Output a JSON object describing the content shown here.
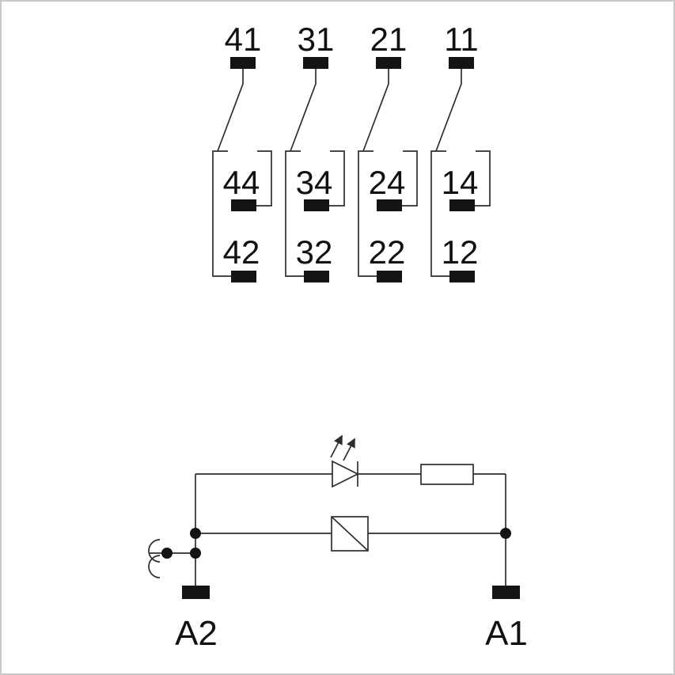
{
  "diagram": {
    "type": "relay-schematic",
    "colors": {
      "line": "#2e2e2e",
      "text": "#111111",
      "terminal_fill": "#141414",
      "background": "#ffffff",
      "border": "#c9c9c9"
    },
    "contact_groups": [
      {
        "common": "41",
        "no": "44",
        "nc": "42"
      },
      {
        "common": "31",
        "no": "34",
        "nc": "32"
      },
      {
        "common": "21",
        "no": "24",
        "nc": "22"
      },
      {
        "common": "11",
        "no": "14",
        "nc": "12"
      }
    ],
    "coil_circuit": {
      "left_terminal": "A2",
      "right_terminal": "A1",
      "symbols": [
        "led-icon",
        "resistor-icon",
        "relay-coil-icon",
        "bridge-clip-icon"
      ]
    }
  }
}
